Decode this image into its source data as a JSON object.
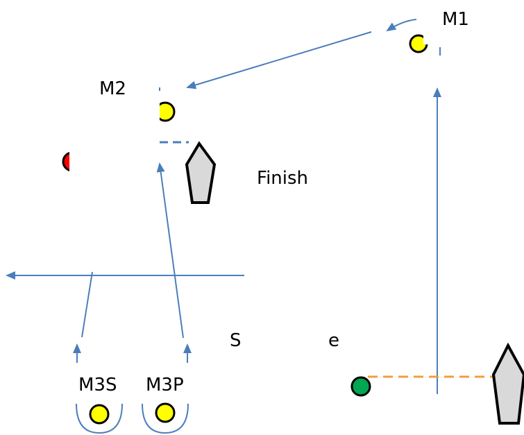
{
  "marks": {
    "m1": "M1",
    "m2": "M2",
    "m3s": "M3S",
    "m3p": "M3P"
  },
  "labels": {
    "finish": "Finish",
    "start_partial": "S",
    "start_partial_end": "e"
  },
  "colors": {
    "course_arrow": "#4a7ebb",
    "start_line": "#f39c3c",
    "finish_line": "#4a7ebb",
    "mark_yellow": "#ffff00",
    "mark_green": "#00a651",
    "mark_red": "#ff0000",
    "boat_fill": "#d9d9d9",
    "outline": "#000000"
  }
}
